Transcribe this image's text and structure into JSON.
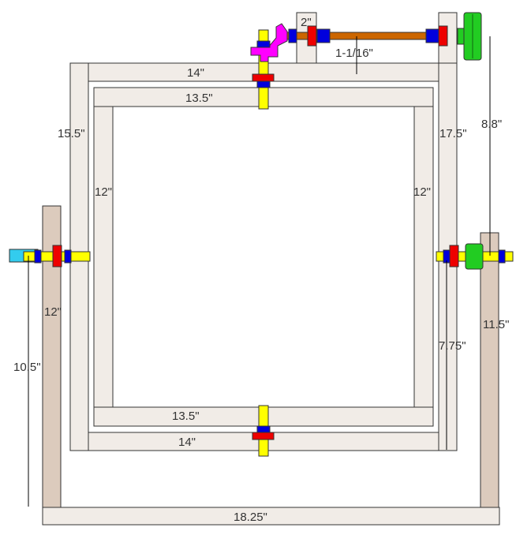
{
  "colors": {
    "board_light": "#f1ece7",
    "board_post": "#dccbbd",
    "axle_yellow": "#ffff00",
    "collar_blue": "#0000dd",
    "collar_red": "#ee0000",
    "pulley_green": "#22cc22",
    "rod_brown": "#cc6600",
    "crank_magenta": "#ff00ff",
    "shaft_cyan": "#33ccee"
  },
  "labels": {
    "top_outer_width": "14\"",
    "top_inner_width": "13.5\"",
    "bottom_inner_width": "13.5\"",
    "bottom_outer_width": "14\"",
    "left_outer_height": "15.5\"",
    "right_outer_height": "17.5\"",
    "left_inner_height": "12\"",
    "right_inner_height": "12\"",
    "left_post_height": "12\"",
    "right_post_height": "11.5\"",
    "base_width": "18.25\"",
    "left_axle_height": "10.5\"",
    "right_axle_height": "7.75\"",
    "rod_offset": "1-1/16\"",
    "pulley_drop": "8.8\"",
    "spacer_width": "2\""
  }
}
